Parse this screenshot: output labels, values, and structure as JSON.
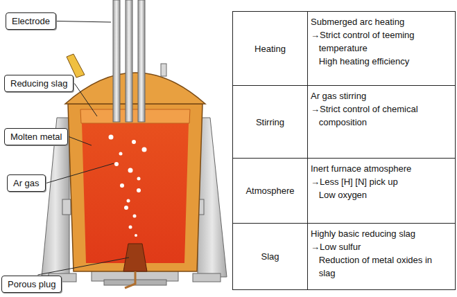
{
  "diagram": {
    "nodes": [
      {
        "text": [
          "Electrode"
        ]
      },
      {
        "text": [
          "Reducing slag"
        ]
      },
      {
        "text": [
          "Molten metal"
        ]
      },
      {
        "text": [
          "Ar gas"
        ]
      },
      {
        "text": [
          "Porous plug"
        ]
      }
    ],
    "labels": [
      "Heating",
      "Submerged arc heating",
      "→Strict control of teeming temperature",
      "High heating efficiency",
      "Stirring",
      "Ar gas stirring",
      "→Strict control of chemical composition",
      "Atmosphere",
      "Inert furnace atmosphere",
      "→Less [H] [N] pick up",
      "Low oxygen",
      "Slag",
      "Highly basic reducing slag",
      "→Low sulfur",
      "Reduction of metal oxides in slag"
    ]
  }
}
